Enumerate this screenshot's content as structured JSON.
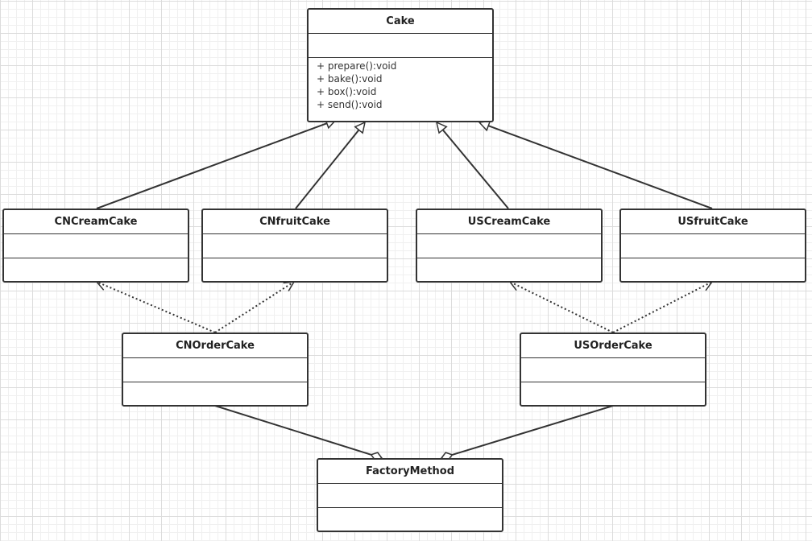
{
  "diagram": {
    "type": "uml-class-diagram",
    "classes": [
      {
        "id": "cake",
        "name": "Cake",
        "attributes": [],
        "methods": [
          "+  prepare():void",
          "+  bake():void",
          "+  box():void",
          "+  send():void"
        ]
      },
      {
        "id": "cncreamcake",
        "name": "CNCreamCake",
        "attributes": [],
        "methods": []
      },
      {
        "id": "cnfruitcake",
        "name": "CNfruitCake",
        "attributes": [],
        "methods": []
      },
      {
        "id": "uscreamcake",
        "name": "USCreamCake",
        "attributes": [],
        "methods": []
      },
      {
        "id": "usfruitcake",
        "name": "USfruitCake",
        "attributes": [],
        "methods": []
      },
      {
        "id": "cnordercake",
        "name": "CNOrderCake",
        "attributes": [],
        "methods": []
      },
      {
        "id": "usordercake",
        "name": "USOrderCake",
        "attributes": [],
        "methods": []
      },
      {
        "id": "factorymethod",
        "name": "FactoryMethod",
        "attributes": [],
        "methods": []
      }
    ],
    "relations": [
      {
        "type": "inheritance",
        "from": "cncreamcake",
        "to": "cake"
      },
      {
        "type": "inheritance",
        "from": "cnfruitcake",
        "to": "cake"
      },
      {
        "type": "inheritance",
        "from": "uscreamcake",
        "to": "cake"
      },
      {
        "type": "inheritance",
        "from": "usfruitcake",
        "to": "cake"
      },
      {
        "type": "dependency",
        "from": "cnordercake",
        "to": "cncreamcake"
      },
      {
        "type": "dependency",
        "from": "cnordercake",
        "to": "cnfruitcake"
      },
      {
        "type": "dependency",
        "from": "usordercake",
        "to": "uscreamcake"
      },
      {
        "type": "dependency",
        "from": "usordercake",
        "to": "usfruitcake"
      },
      {
        "type": "aggregation",
        "from": "cnordercake",
        "to": "factorymethod"
      },
      {
        "type": "aggregation",
        "from": "usordercake",
        "to": "factorymethod"
      }
    ]
  },
  "colors": {
    "line": "#333333",
    "box_border": "#333333",
    "grid_major": "#dcdcdc",
    "grid_minor": "#f0f0f0"
  }
}
